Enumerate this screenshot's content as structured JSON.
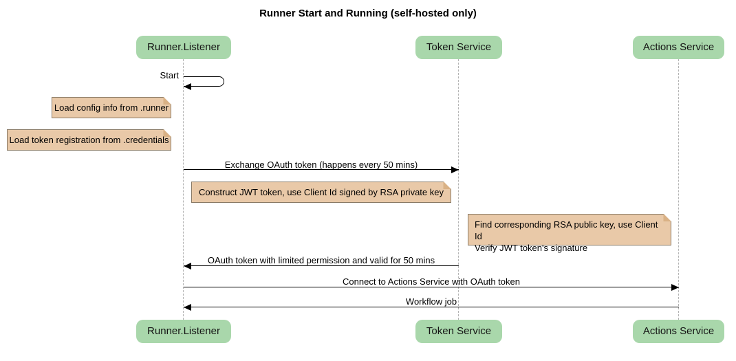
{
  "diagram": {
    "title": "Runner Start and Running (self-hosted only)"
  },
  "participants": [
    {
      "label": "Runner.Listener"
    },
    {
      "label": "Token Service"
    },
    {
      "label": "Actions Service"
    }
  ],
  "messages": {
    "start": {
      "label": "Start"
    },
    "exchange": {
      "label": "Exchange OAuth token (happens every 50 mins)"
    },
    "oauth_return": {
      "label": "OAuth token with limited permission and valid for 50 mins"
    },
    "connect": {
      "label": "Connect to Actions Service with OAuth token"
    },
    "workflow": {
      "label": "Workflow job"
    }
  },
  "notes": {
    "config": {
      "text": "Load config info from .runner"
    },
    "credentials": {
      "text": "Load token registration from .credentials"
    },
    "jwt": {
      "text": "Construct JWT token, use Client Id signed by RSA private key"
    },
    "verify": {
      "line1": "Find corresponding RSA public key, use Client Id",
      "line2": "Verify JWT token's signature"
    }
  },
  "colors": {
    "participant_fill": "#a9d7ab",
    "note_fill": "#e9c9a8",
    "note_fold": "#d9b185",
    "note_border": "#897a66",
    "lifeline": "#b3b3b3",
    "arrow": "#000000",
    "background": "#ffffff"
  }
}
